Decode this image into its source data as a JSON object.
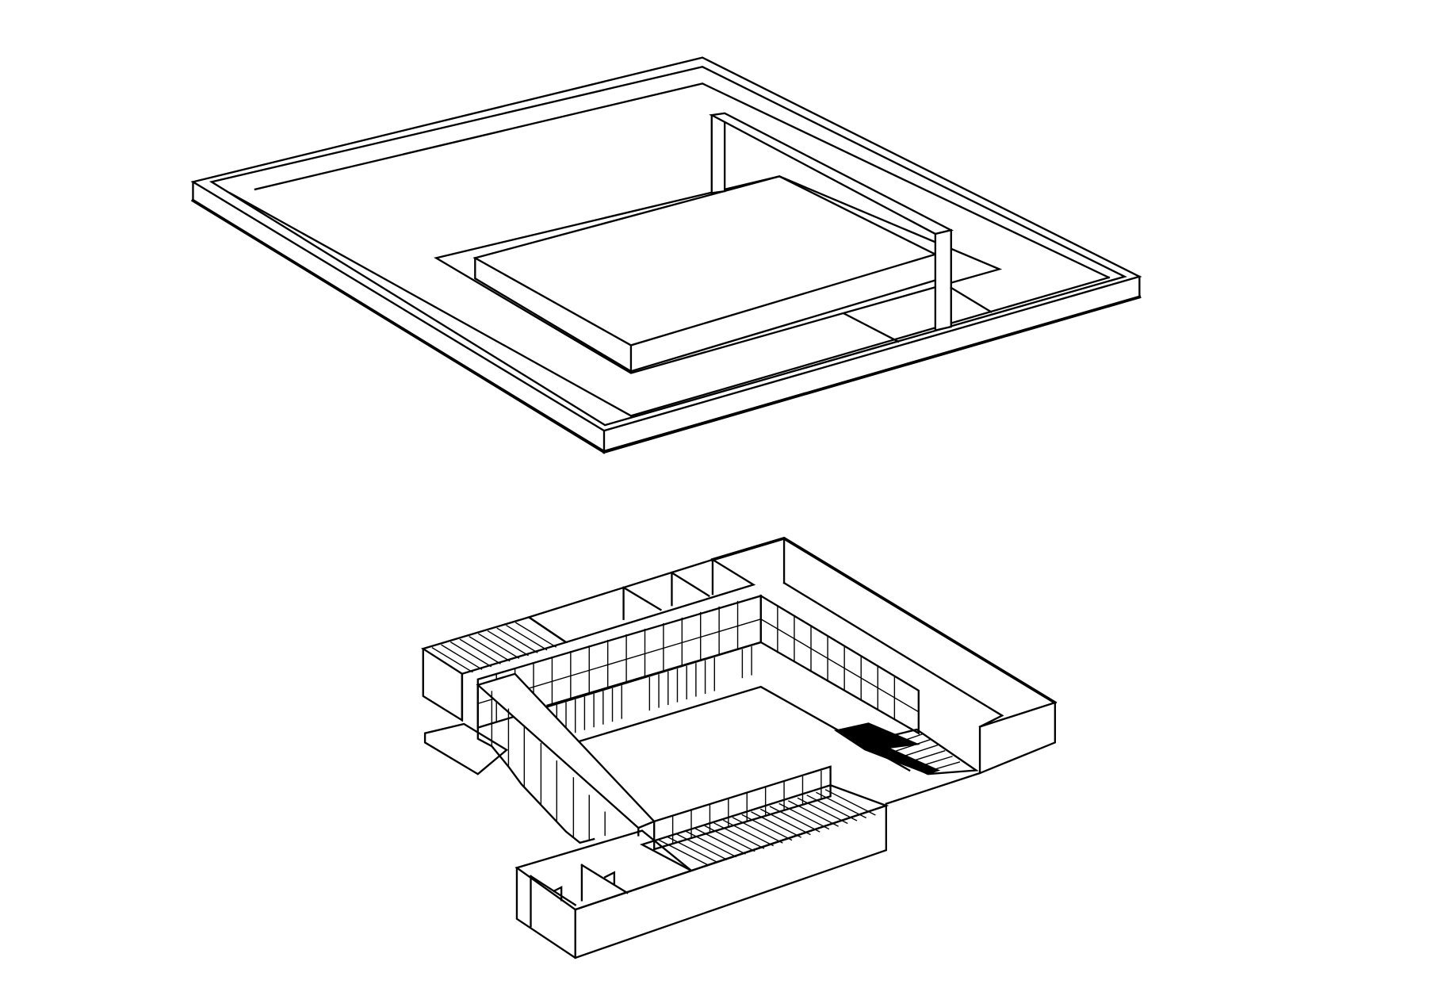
{
  "diagram": {
    "type": "exploded axonometric line drawing",
    "background_color": "#ffffff",
    "line_color": "#000000",
    "components": [
      {
        "id": "roof-slab",
        "description_hidden": true
      },
      {
        "id": "lower-level-plan",
        "description_hidden": true
      }
    ]
  }
}
